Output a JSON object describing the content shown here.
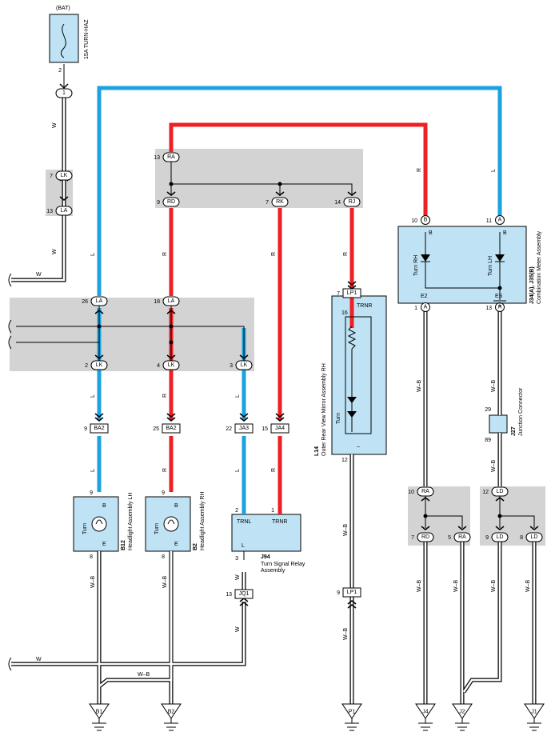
{
  "fuse": {
    "source": "(BAT)",
    "name": "15A TURN-HAZ",
    "pin": "2"
  },
  "wire_colors": {
    "blue": "#1aa3e0",
    "red": "#ed2024",
    "gray": "#d3d3d3",
    "comp": "#bfe3f5"
  },
  "connectors": {
    "c1": "1",
    "lk_top": "LK",
    "lk_top_pin": "7",
    "la_top": "LA",
    "la_top_pin": "13",
    "ra": "RA",
    "ra_pin": "13",
    "rd": "RD",
    "rd_pin": "9",
    "rk": "RK",
    "rk_pin": "7",
    "rj": "RJ",
    "rj_pin": "14",
    "la26": "LA",
    "la26_pin": "26",
    "la18": "LA",
    "la18_pin": "18",
    "lk2": "LK",
    "lk2_pin": "2",
    "lk4": "LK",
    "lk4_pin": "4",
    "lk3": "LK",
    "lk3_pin": "3",
    "ba2a": "BA2",
    "ba2a_pin": "9",
    "ba2b": "BA2",
    "ba2b_pin": "25",
    "ja3": "JA3",
    "ja3_pin": "22",
    "ja4": "JA4",
    "ja4_pin": "15",
    "lp1a": "LP1",
    "lp1a_pin": "7",
    "lp1b": "LP1",
    "lp1b_pin": "9",
    "jq1": "JQ1",
    "jq1_pin": "13",
    "ra10": "RA",
    "ra10_pin": "10",
    "rd7": "RD",
    "rd7_pin": "7",
    "ra5": "RA",
    "ra5_pin": "5",
    "ld12": "LD",
    "ld12_pin": "12",
    "ld9": "LD",
    "ld9_pin": "9",
    "ld8": "LD",
    "ld8_pin": "8",
    "b10": "B",
    "b10_pin": "10",
    "a11": "A",
    "a11_pin": "11",
    "a1": "A",
    "a1_pin": "1",
    "a13": "A",
    "a13_pin": "13"
  },
  "wires": {
    "W": "W",
    "L": "L",
    "R": "R",
    "WB": "W–B"
  },
  "meter": {
    "id": "J34(A), J35(B)",
    "name": "Combination Meter Assembly",
    "turn_rh": "Turn RH",
    "turn_lh": "Turn LH",
    "b1": "B",
    "b2": "B",
    "e2": "E2",
    "es": "ES"
  },
  "mirror": {
    "id": "L14",
    "name": "Outer Rear View Mirror Assembly RH",
    "trnr": "TRNR",
    "turn": "Turn",
    "minus": "–",
    "pin16": "16",
    "pin12": "12"
  },
  "hl_lh": {
    "id": "B12",
    "name": "Headlight Assembly LH",
    "turn": "Turn",
    "b": "B",
    "e": "E",
    "pin9": "9",
    "pin8": "8"
  },
  "hl_rh": {
    "id": "B2",
    "name": "Headlight Assembly RH",
    "turn": "Turn",
    "b": "B",
    "e": "E",
    "pin9": "9",
    "pin8": "8"
  },
  "relay": {
    "id": "J94",
    "name1": "Turn Signal Relay",
    "name2": "Assembly",
    "trnl": "TRNL",
    "trnr": "TRNR",
    "l": "L",
    "pin2": "2",
    "pin1": "1",
    "pin3": "3"
  },
  "junction": {
    "id": "J27",
    "name": "Junction Connector",
    "pin29": "29",
    "pin89": "89"
  },
  "grounds": [
    "B1",
    "B2",
    "P1",
    "J4",
    "J2",
    "J1"
  ]
}
